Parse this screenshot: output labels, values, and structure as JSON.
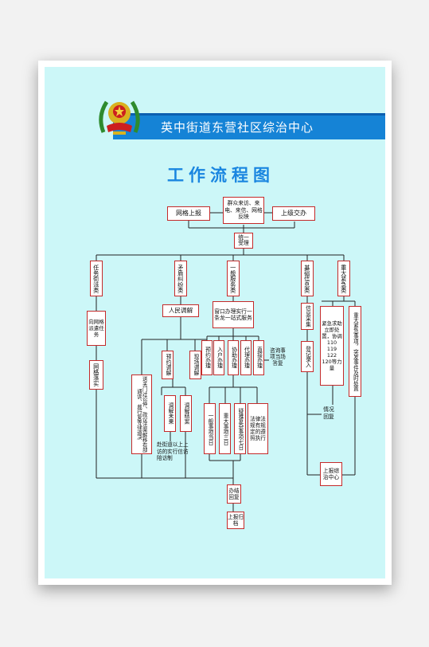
{
  "header": {
    "title": "英中街道东营社区综治中心"
  },
  "chart_title": "工作流程图",
  "nodes": {
    "grid_report": "网格上报",
    "public_visit": "群众来访、来电、来信、网格反映",
    "superior_assign": "上级交办",
    "unified_accept": "统一受理",
    "cat_task": "任务街派类",
    "cat_conflict": "矛盾纠纷类",
    "cat_service": "一般服务类",
    "cat_info": "基础信息类",
    "cat_emergency": "重大紧急类",
    "to_grid_task": "向网格派遣任务",
    "grid_implement": "网格落实",
    "people_mediation": "人民调解",
    "window_service": "窗口办理实行一条龙一站式服务",
    "appt_service": "预约办理",
    "onsite_service": "入户办理",
    "assist_service": "协助办理",
    "proxy_service": "代理办理",
    "direct_service": "直接办理",
    "consult_note": "咨询事项当场答复",
    "appt_mediation": "预约调解",
    "onsite_mediation": "现场调解",
    "petition_transfer": "送关门过讼仲、政议法渠解移有部通诉、裁行复等律道决",
    "mediation_unresolved": "调解未果",
    "mediation_closed": "调解结案",
    "escort_note": "赴街道以上上访的实行信访陪访制",
    "general_3days": "一般事项当日",
    "major_3days": "重大事项三日",
    "complex_7days": "疑难复杂事项七日",
    "legal_note": "法律法规有规定的遵照执行",
    "info_collect": "信息采集",
    "register_entry": "登记录入",
    "emergency_dispatch": "紧急求助立即处置，协调110 119 122 120等力量",
    "emergency_report": "重大紧急事项，突发事件及时处置",
    "situation_reply": "情况回复",
    "report_center": "上报综治中心",
    "result_reply": "办结回复",
    "report_archive": "上报归档"
  },
  "colors": {
    "banner": "#1583d6",
    "title": "#1a86e0",
    "box_border": "#c42a2a",
    "background": "#ccf7f8"
  }
}
